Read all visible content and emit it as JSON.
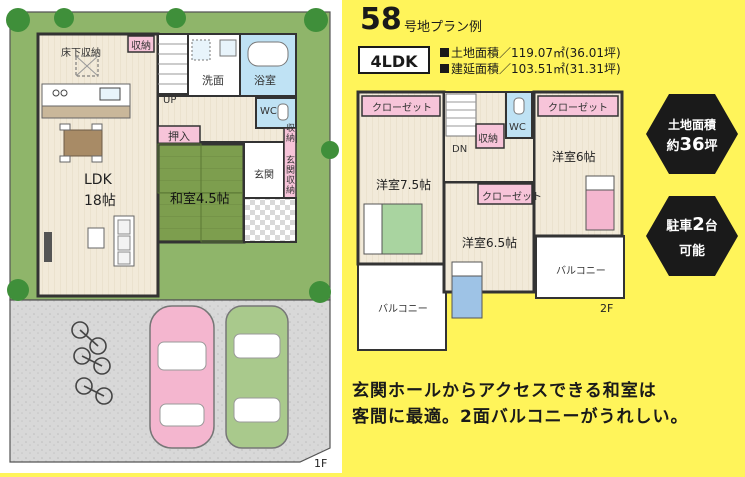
{
  "header": {
    "number": "58",
    "subtitle": "号地プラン例",
    "layout_type": "4LDK",
    "land_area": "土地面積／119.07㎡(36.01坪)",
    "floor_area": "建延面積／103.51㎡(31.31坪)"
  },
  "badges": {
    "land": {
      "line1": "土地面積",
      "prefix": "約",
      "value": "36",
      "suffix": "坪"
    },
    "parking": {
      "prefix": "駐車",
      "value": "2",
      "suffix": "台",
      "line2": "可能"
    }
  },
  "floor1": {
    "label": "1F",
    "rooms": {
      "ldk_name": "LDK",
      "ldk_size": "18帖",
      "washitsu": "和室4.5帖",
      "underfloor": "床下収納",
      "storage": "収納",
      "washroom": "洗面",
      "bath": "浴室",
      "wc": "WC",
      "up": "UP",
      "oshiire": "押入",
      "storage2": "収納",
      "genkan": "玄関",
      "genkan_storage": "玄関収納"
    }
  },
  "floor2": {
    "label": "2F",
    "rooms": {
      "closet_left": "クローゼット",
      "closet_right": "クローゼット",
      "closet_center": "クローゼット",
      "storage": "収納",
      "wc": "WC",
      "dn": "DN",
      "room75": "洋室7.5帖",
      "room65": "洋室6.5帖",
      "room6": "洋室6帖",
      "balcony_left": "バルコニー",
      "balcony_right": "バルコニー"
    }
  },
  "caption": {
    "line1": "玄関ホールからアクセスできる和室は",
    "line2": "客間に最適。2面バルコニーがうれしい。"
  },
  "colors": {
    "background": "#fff45a",
    "pink_label": "#f7c4d9",
    "tatami": "#7d9e4e",
    "floor_wood": "#f2ead9",
    "lawn": "#8fb56a",
    "blue_room": "#bfe2f4",
    "car_pink": "#f4b6cf",
    "car_green": "#a9c98c"
  }
}
